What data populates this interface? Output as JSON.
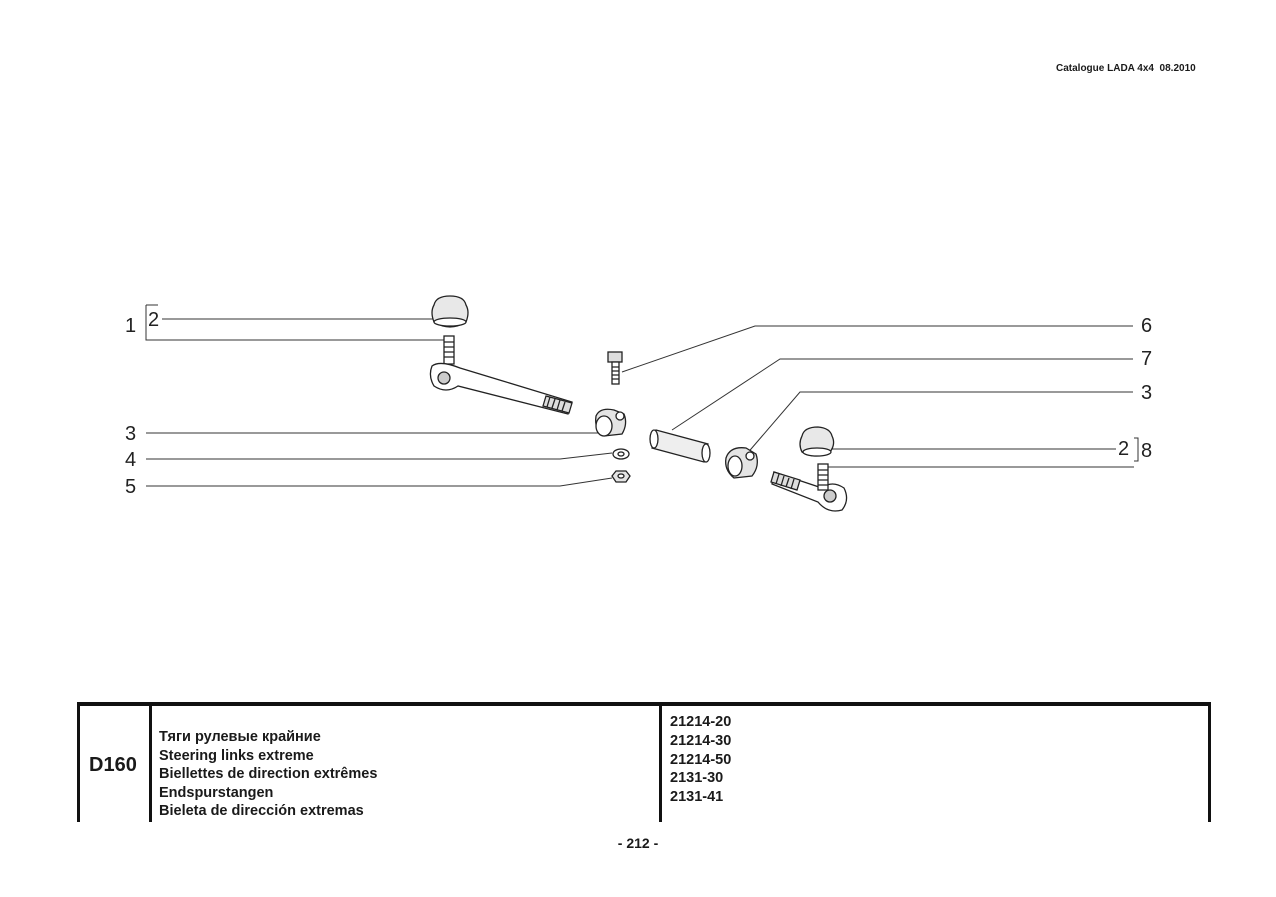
{
  "header": {
    "catalogue": "Catalogue LADA 4x4  08.2010"
  },
  "diagram": {
    "callouts_left": [
      "1",
      "2",
      "3",
      "4",
      "5"
    ],
    "callouts_right": [
      "6",
      "7",
      "3",
      "2",
      "8"
    ]
  },
  "section": {
    "code": "D160",
    "names": [
      "Тяги рулевые крайние",
      "Steering links extreme",
      "Biellettes de direction extrêmes",
      "Endspurstangen",
      "Bieleta de dirección extremas"
    ],
    "models": [
      "21214-20",
      "21214-30",
      "21214-50",
      "2131-30",
      "2131-41"
    ]
  },
  "footer": {
    "page": "- 212 -"
  }
}
